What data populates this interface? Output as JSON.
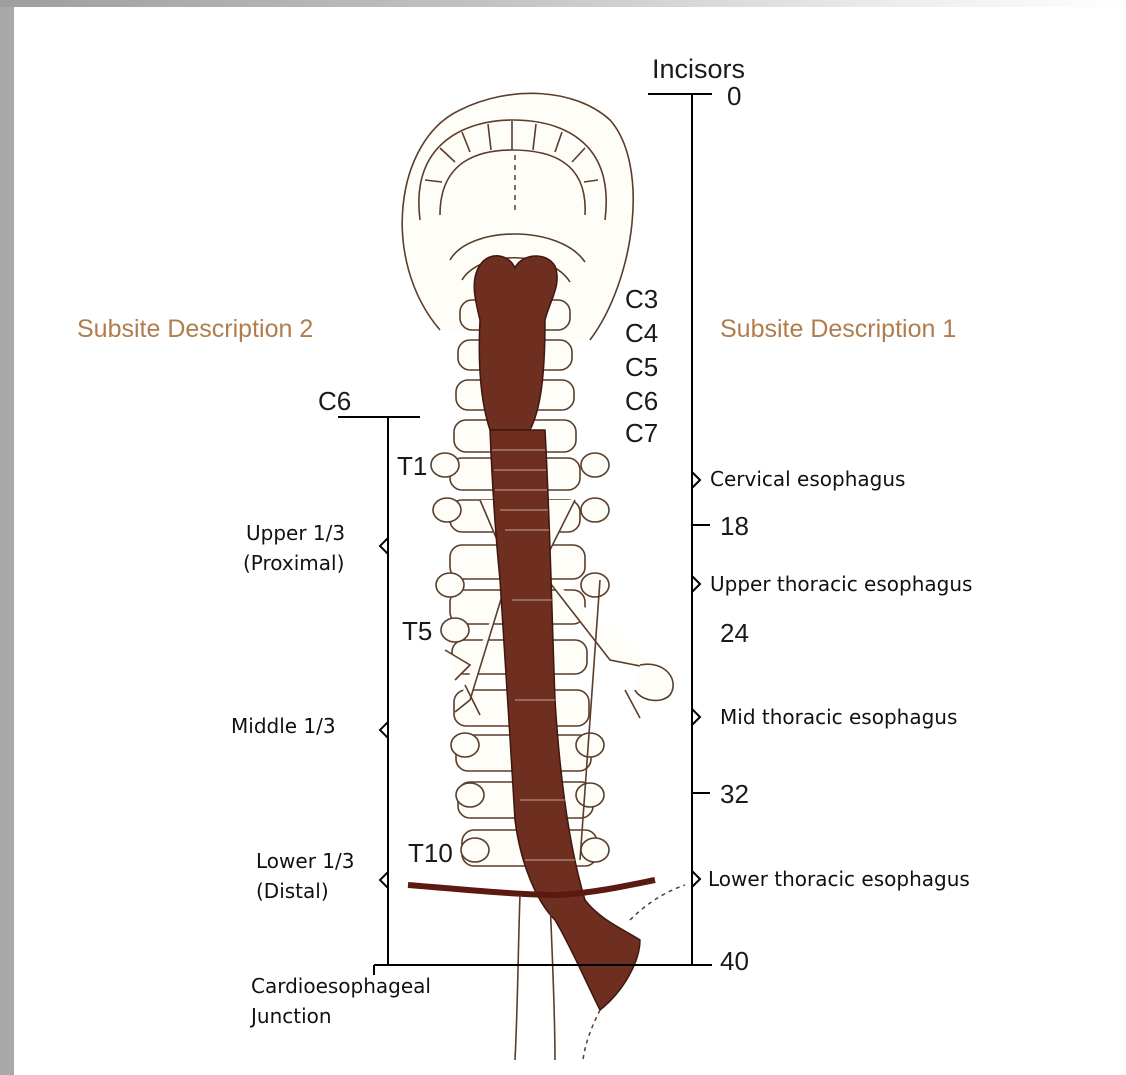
{
  "labels": {
    "incisors": "Incisors",
    "subsite1": "Subsite Description 1",
    "subsite2": "Subsite Description 2",
    "c6_left": "C6",
    "cardio_line1": "Cardioesophageal",
    "cardio_line2": "Junction"
  },
  "scale_right": {
    "marks": [
      "0",
      "18",
      "24",
      "32",
      "40"
    ],
    "regions": [
      "Cervical esophagus",
      "Upper thoracic esophagus",
      "Mid thoracic esophagus",
      "Lower thoracic esophagus"
    ]
  },
  "scale_left": {
    "upper_line1": "Upper 1/3",
    "upper_line2": "(Proximal)",
    "middle": "Middle 1/3",
    "lower_line1": "Lower 1/3",
    "lower_line2": "(Distal)"
  },
  "vertebrae": {
    "cervical": [
      "C3",
      "C4",
      "C5",
      "C6",
      "C7"
    ],
    "thoracic": [
      "T1",
      "T5",
      "T10"
    ]
  },
  "colors": {
    "subsite_text": "#b07d4d",
    "organ": "#6e2e20",
    "frame": "#a9a9a9"
  }
}
